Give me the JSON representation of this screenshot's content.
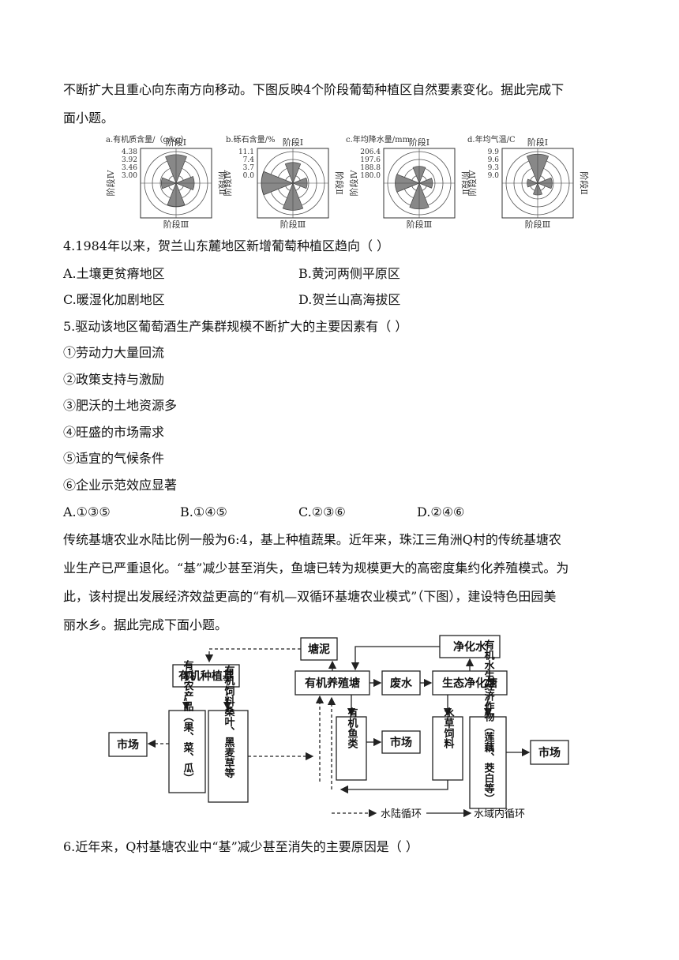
{
  "intro": {
    "line1": "不断扩大且重心向东南方向移动。下图反映4个阶段葡萄种植区自然要素变化。据此完成下",
    "line2": "面小题。"
  },
  "radar": [
    {
      "title": "a.有机质含量/（g/kg）",
      "ticks": [
        "4.38",
        "3.92",
        "3.46",
        "3.00"
      ],
      "values": [
        4.2,
        3.6,
        3.9,
        3.4
      ]
    },
    {
      "title": "b.砾石含量/%",
      "ticks": [
        "11.1",
        "7.4",
        "3.7",
        "0.0"
      ],
      "values": [
        6,
        3,
        9,
        11
      ]
    },
    {
      "title": "c.年均降水量/mm",
      "ticks": [
        "206.4",
        "197.6",
        "188.8",
        "180.0"
      ],
      "values": [
        190,
        186,
        200,
        198
      ]
    },
    {
      "title": "d.年均气温/C",
      "ticks": [
        "9.9",
        "9.6",
        "9.3",
        "9.0"
      ],
      "values": [
        9.8,
        9.25,
        9.15,
        9.1
      ]
    }
  ],
  "stage_labels": {
    "s1": "阶段Ⅰ",
    "s2": "阶段Ⅱ",
    "s3": "阶段Ⅲ",
    "s4": "阶段Ⅳ"
  },
  "q4": {
    "stem": "4.1984年以来，贺兰山东麓地区新增葡萄种植区趋向（   ）",
    "A": "A.土壤更贫瘠地区",
    "B": "B.黄河两侧平原区",
    "C": "C.暖湿化加剧地区",
    "D": "D.贺兰山高海拔区"
  },
  "q5": {
    "stem": "5.驱动该地区葡萄酒生产集群规模不断扩大的主要因素有（   ）",
    "items": [
      "①劳动力大量回流",
      "②政策支持与激励",
      "③肥沃的土地资源多",
      "④旺盛的市场需求",
      "⑤适宜的气候条件",
      "⑥企业示范效应显著"
    ],
    "A": "A.①③⑤",
    "B": "B.①④⑤",
    "C": "C.②③⑥",
    "D": "D.②④⑥"
  },
  "passage2": {
    "line1": "传统基塘农业水陆比例一般为6:4，基上种植蔬果。近年来，珠江三角洲Q村的传统基塘农",
    "line2": "业生产已严重退化。“基”减少甚至消失，鱼塘已转为规模更大的高密度集约化养殖模式。为",
    "line3": "此，该村提出发展经济效益更高的“有机—双循环基塘农业模式”（下图），建设特色田园美",
    "line4": "丽水乡。据此完成下面小题。"
  },
  "flow": {
    "tangni": "塘泥",
    "jinghuashui": "净化水",
    "planting": "有机种植基",
    "breeding": "有机养殖塘",
    "wastewater": "废水",
    "ecopond": "生态净化塘",
    "market": "市场",
    "produce": "有机农产品（果、菜、瓜）",
    "feed": "有机饲料桑叶、黑麦草等",
    "fish": "有机鱼类",
    "grass": "水草饲料",
    "crops": "有机水生经济作物（莲藕、茭白等）",
    "legend_dash": "水陆循环",
    "legend_solid": "水域内循环"
  },
  "q6": {
    "stem": "6.近年来，Q村基塘农业中“基”减少甚至消失的主要原因是（   ）"
  }
}
